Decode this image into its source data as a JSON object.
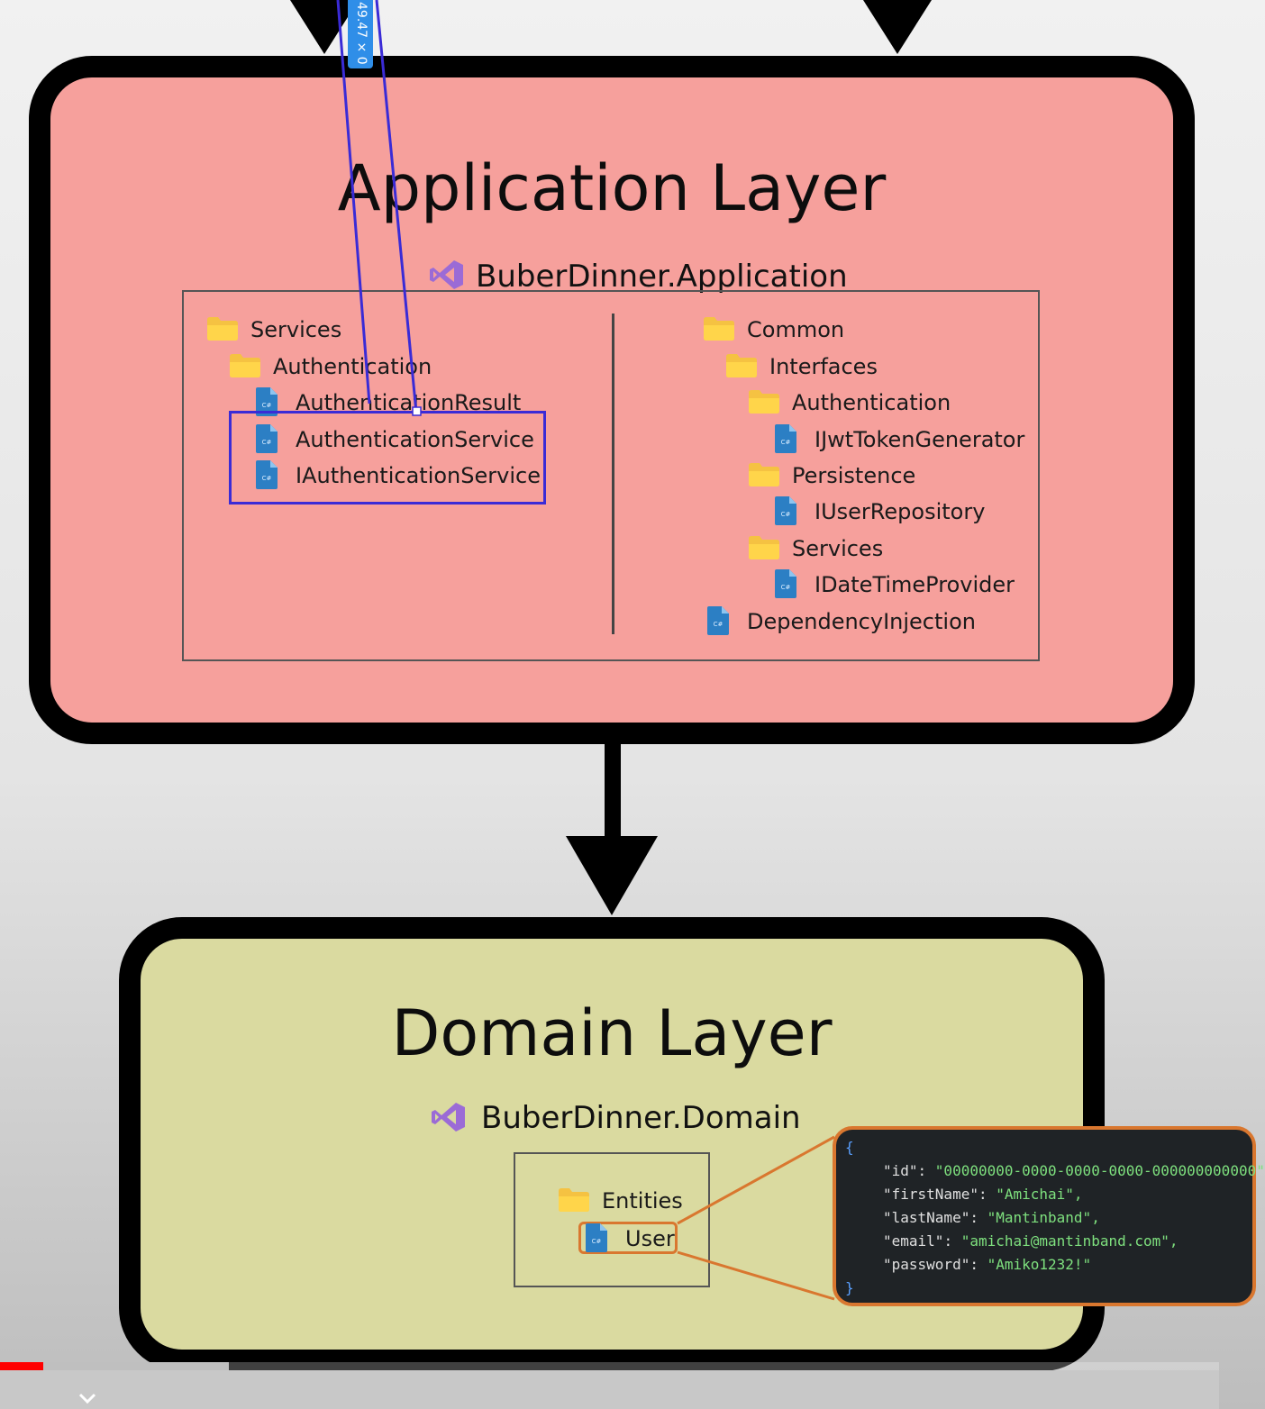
{
  "application_layer": {
    "title": "Application Layer",
    "project": "BuberDinner.Application",
    "left_tree": [
      {
        "label": "Services",
        "kind": "folder"
      },
      {
        "label": "Authentication",
        "kind": "folder"
      },
      {
        "label": "AuthenticationResult",
        "kind": "file"
      },
      {
        "label": "AuthenticationService",
        "kind": "file"
      },
      {
        "label": "IAuthenticationService",
        "kind": "file"
      }
    ],
    "right_tree": [
      {
        "label": "Common",
        "kind": "folder"
      },
      {
        "label": "Interfaces",
        "kind": "folder"
      },
      {
        "label": "Authentication",
        "kind": "folder"
      },
      {
        "label": "IJwtTokenGenerator",
        "kind": "file"
      },
      {
        "label": "Persistence",
        "kind": "folder"
      },
      {
        "label": "IUserRepository",
        "kind": "file"
      },
      {
        "label": "Services",
        "kind": "folder"
      },
      {
        "label": "IDateTimeProvider",
        "kind": "file"
      },
      {
        "label": "DependencyInjection",
        "kind": "file"
      }
    ],
    "measure_label": "49.47 × 0"
  },
  "domain_layer": {
    "title": "Domain Layer",
    "project": "BuberDinner.Domain",
    "tree": [
      {
        "label": "Entities",
        "kind": "folder"
      },
      {
        "label": "User",
        "kind": "file"
      }
    ]
  },
  "user_json": {
    "open": "{",
    "close": "}",
    "lines": [
      {
        "key": "\"id\"",
        "value": "\"00000000-0000-0000-0000-000000000000\"",
        "sep": ": "
      },
      {
        "key": "\"firstName\"",
        "value": "\"Amichai\",",
        "sep": ": "
      },
      {
        "key": "\"lastName\"",
        "value": "\"Mantinband\",",
        "sep": ": "
      },
      {
        "key": "\"email\"",
        "value": "\"amichai@mantinband.com\",",
        "sep": ": "
      },
      {
        "key": "\"password\"",
        "value": "\"Amiko1232!\"",
        "sep": ": "
      }
    ]
  },
  "player": {
    "chevron_icon": "chevron-down-icon",
    "played_color": "#ff0000"
  },
  "colors": {
    "application_fill": "#f6a09c",
    "domain_fill": "#dadaa0",
    "selection": "#3a2bd6",
    "callout": "#d9772f"
  }
}
